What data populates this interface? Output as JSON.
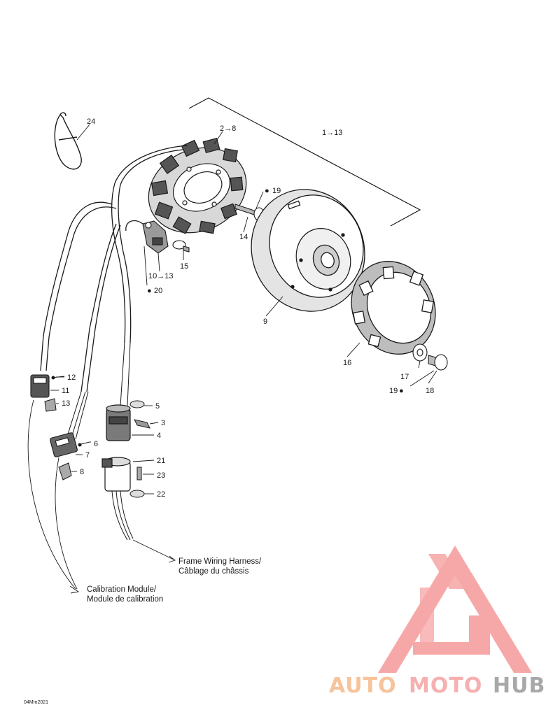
{
  "callouts": {
    "c24": "24",
    "c2_8": "2→8",
    "c1_13": "1→13",
    "c19a": "19",
    "c14": "14",
    "c15": "15",
    "c10_13": "10→13",
    "c20": "20",
    "c9": "9",
    "c16": "16",
    "c17": "17",
    "c19b": "19",
    "c18": "18",
    "c12": "12",
    "c11": "11",
    "c13": "13",
    "c5": "5",
    "c3": "3",
    "c4": "4",
    "c6": "6",
    "c7": "7",
    "c8": "8",
    "c21": "21",
    "c23": "23",
    "c22": "22"
  },
  "notes": {
    "frame_harness_line1": "Frame Wiring Harness/",
    "frame_harness_line2": "Câblage du châssis",
    "calibration_line1": "Calibration Module/",
    "calibration_line2": "Module de calibration"
  },
  "figure_code": "04Mm2021",
  "watermark": {
    "part1": "AUTO",
    "part2": "MOTO",
    "part3": "HUB",
    "color_auto": "#f5b98a",
    "color_moto": "#f5a3a3",
    "color_hub": "#9a9a9a",
    "triangle_color": "#f59a9a"
  },
  "colors": {
    "line": "#1a1a1a",
    "shade": "#7a7a7a"
  }
}
